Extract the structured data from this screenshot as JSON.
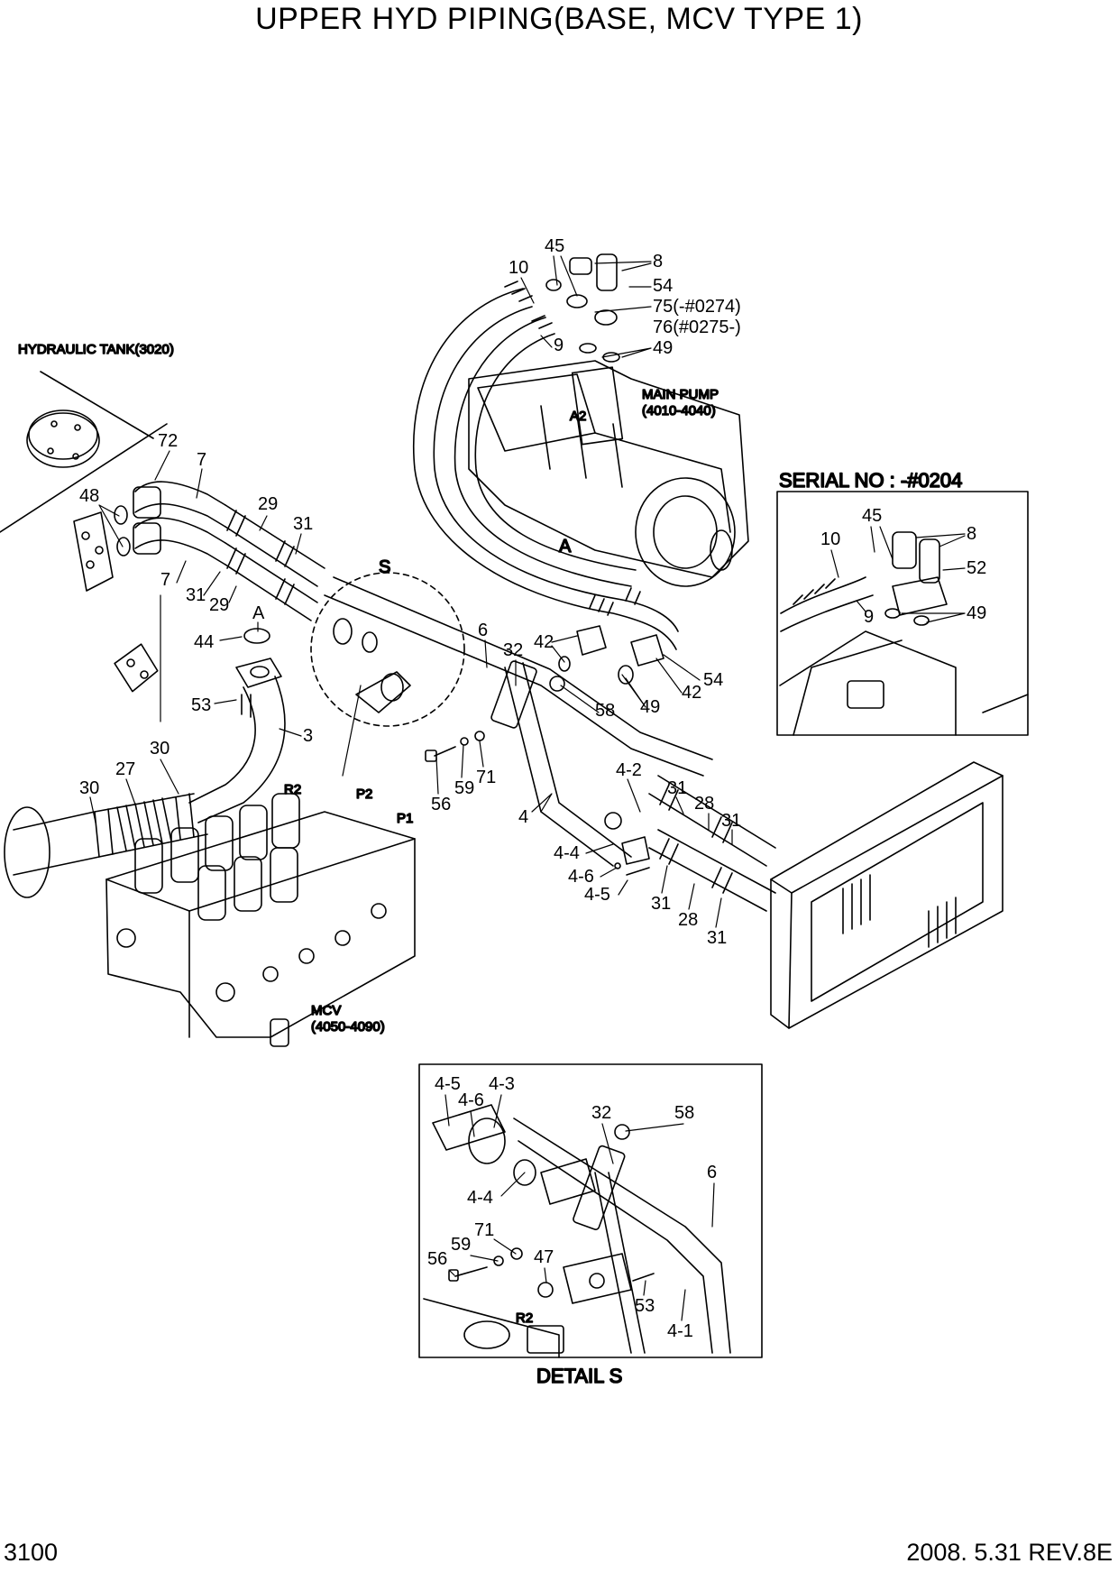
{
  "title": "UPPER HYD PIPING(BASE, MCV TYPE 1)",
  "footer": {
    "page": "3100",
    "revision": "2008. 5.31  REV.8E"
  },
  "notes": {
    "hydraulic_tank": "HYDRAULIC TANK(3020)",
    "main_pump": "MAIN PUMP",
    "main_pump_ref": "(4010-4040)",
    "mcv": "MCV",
    "mcv_ref": "(4050-4090)",
    "serial_no": "SERIAL NO : -#0204",
    "detail_caption": "DETAIL  S",
    "view_s": "S",
    "view_a": "A",
    "port_a2": "A2",
    "port_r2": "R2",
    "port_p2": "P2",
    "port_p1": "P1"
  },
  "callouts": [
    {
      "text": "45"
    },
    {
      "text": "10"
    },
    {
      "text": "8"
    },
    {
      "text": "54"
    },
    {
      "text": "75(-#0274)"
    },
    {
      "text": "76(#0275-)"
    },
    {
      "text": "9"
    },
    {
      "text": "49"
    },
    {
      "text": "72"
    },
    {
      "text": "7"
    },
    {
      "text": "48"
    },
    {
      "text": "29"
    },
    {
      "text": "31"
    },
    {
      "text": "7"
    },
    {
      "text": "31"
    },
    {
      "text": "29"
    },
    {
      "text": "A"
    },
    {
      "text": "44"
    },
    {
      "text": "6"
    },
    {
      "text": "32"
    },
    {
      "text": "42"
    },
    {
      "text": "54"
    },
    {
      "text": "42"
    },
    {
      "text": "58"
    },
    {
      "text": "49"
    },
    {
      "text": "53"
    },
    {
      "text": "3"
    },
    {
      "text": "30"
    },
    {
      "text": "27"
    },
    {
      "text": "30"
    },
    {
      "text": "56"
    },
    {
      "text": "59"
    },
    {
      "text": "71"
    },
    {
      "text": "4-2"
    },
    {
      "text": "31"
    },
    {
      "text": "28"
    },
    {
      "text": "31"
    },
    {
      "text": "4"
    },
    {
      "text": "4-4"
    },
    {
      "text": "4-6"
    },
    {
      "text": "4-5"
    },
    {
      "text": "31"
    },
    {
      "text": "28"
    },
    {
      "text": "31"
    }
  ],
  "serial_callouts": [
    {
      "text": "45"
    },
    {
      "text": "8"
    },
    {
      "text": "10"
    },
    {
      "text": "52"
    },
    {
      "text": "9"
    },
    {
      "text": "49"
    }
  ],
  "detail_callouts": [
    {
      "text": "4-5"
    },
    {
      "text": "4-3"
    },
    {
      "text": "4-6"
    },
    {
      "text": "32"
    },
    {
      "text": "58"
    },
    {
      "text": "6"
    },
    {
      "text": "4-4"
    },
    {
      "text": "71"
    },
    {
      "text": "59"
    },
    {
      "text": "56"
    },
    {
      "text": "47"
    },
    {
      "text": "53"
    },
    {
      "text": "4-1"
    },
    {
      "text": "R2"
    }
  ]
}
